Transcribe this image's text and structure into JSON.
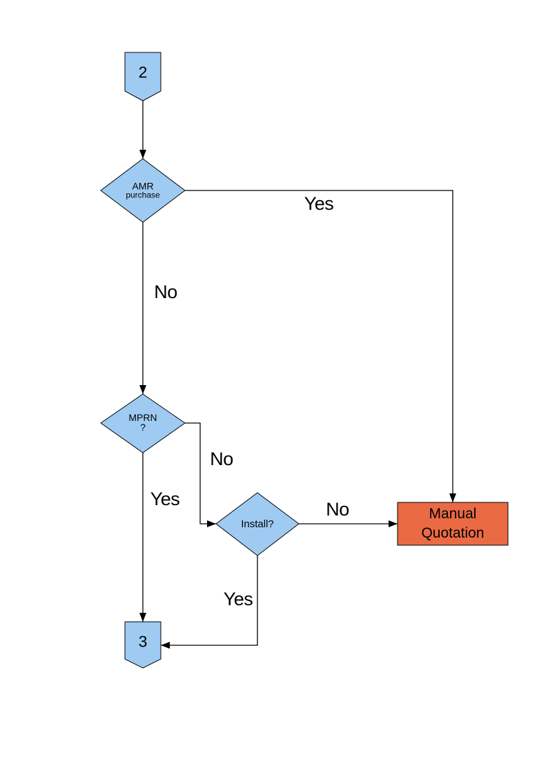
{
  "colors": {
    "node_fill": "#9FCBF3",
    "node_border": "#000000",
    "alert_fill": "#EA6A44",
    "connector": "#000000",
    "background": "#FFFFFF"
  },
  "nodes": {
    "offpage_2": {
      "label": "2",
      "type": "off-page-connector"
    },
    "amr": {
      "line1": "AMR",
      "line2": "purchase",
      "type": "decision"
    },
    "mprn": {
      "line1": "MPRN",
      "line2": "?",
      "type": "decision"
    },
    "install": {
      "label": "Install?",
      "type": "decision"
    },
    "manual_quotation": {
      "line1": "Manual",
      "line2": "Quotation",
      "type": "process"
    },
    "offpage_3": {
      "label": "3",
      "type": "off-page-connector"
    }
  },
  "edge_labels": {
    "amr_yes": "Yes",
    "amr_no": "No",
    "mprn_no": "No",
    "mprn_yes": "Yes",
    "install_no": "No",
    "install_yes": "Yes"
  }
}
